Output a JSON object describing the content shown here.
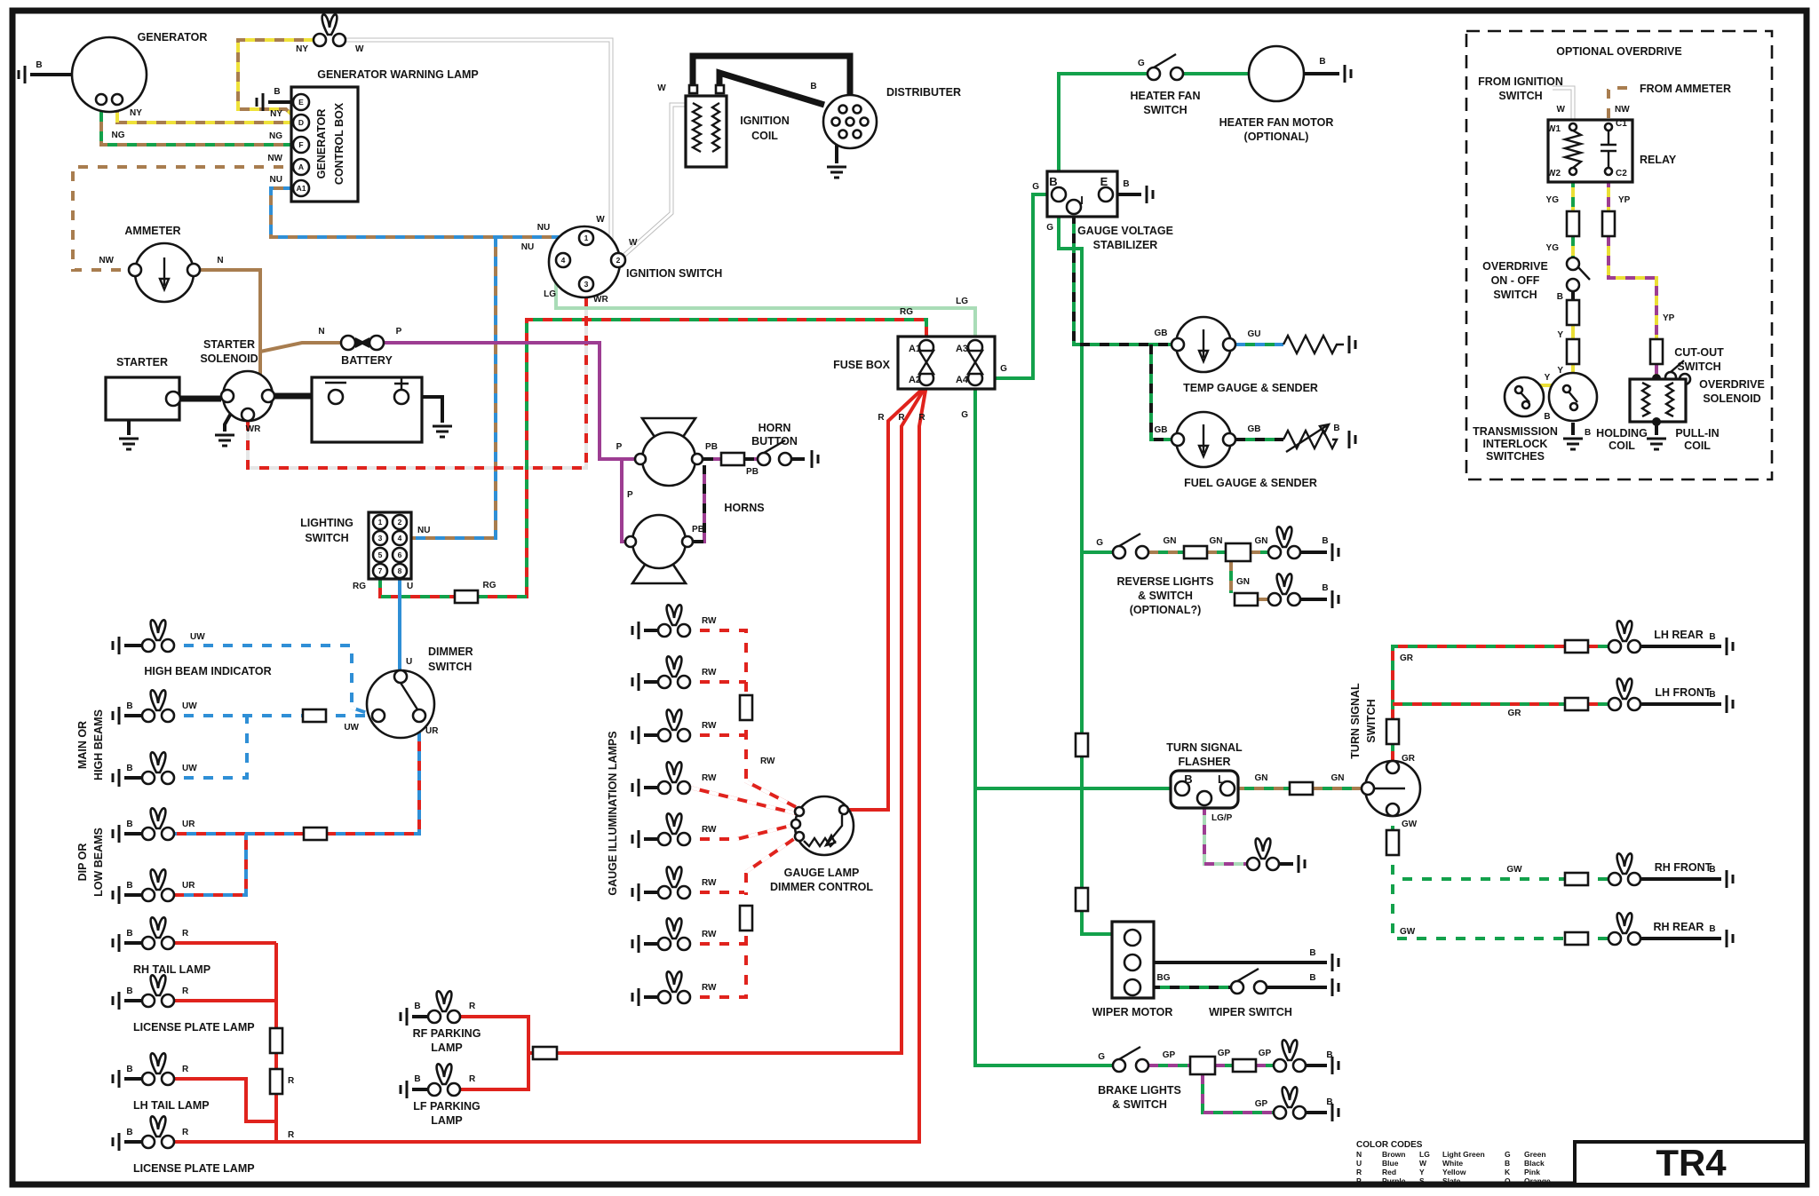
{
  "labels": {
    "generator": "GENERATOR",
    "gen_warning": "GENERATOR WARNING LAMP",
    "gcb1": "GENERATOR",
    "gcb2": "CONTROL BOX",
    "ammeter": "AMMETER",
    "starter": "STARTER",
    "sol1": "STARTER",
    "sol2": "SOLENOID",
    "battery": "BATTERY",
    "ign_switch": "IGNITION SWITCH",
    "coil1": "IGNITION",
    "coil2": "COIL",
    "distributer": "DISTRIBUTER",
    "fuse_box": "FUSE BOX",
    "hb1": "HORN",
    "hb2": "BUTTON",
    "horns": "HORNS",
    "ls1": "LIGHTING",
    "ls2": "SWITCH",
    "ds1": "DIMMER",
    "ds2": "SWITCH",
    "hbi": "HIGH BEAM INDICATOR",
    "mh1": "MAIN OR",
    "mh2": "HIGH BEAMS",
    "dl1": "DIP OR",
    "dl2": "LOW BEAMS",
    "rh_tail": "RH TAIL LAMP",
    "license": "LICENSE PLATE LAMP",
    "lh_tail": "LH TAIL LAMP",
    "rfp": "RF PARKING",
    "lfp": "LF PARKING",
    "lamp": "LAMP",
    "gil": "GAUGE ILLUMINATION LAMPS",
    "gld1": "GAUGE LAMP",
    "gld2": "DIMMER CONTROL",
    "hfs1": "HEATER FAN",
    "hfs2": "SWITCH",
    "hfm1": "HEATER FAN MOTOR",
    "hfm2": "(OPTIONAL)",
    "gvs1": "GAUGE VOLTAGE",
    "gvs2": "STABILIZER",
    "temp": "TEMP GAUGE & SENDER",
    "fuel": "FUEL GAUGE & SENDER",
    "rev1": "REVERSE LIGHTS",
    "rev2": "& SWITCH",
    "rev3": "(OPTIONAL?)",
    "tsf1": "TURN SIGNAL",
    "tsf2": "FLASHER",
    "tss1": "TURN SIGNAL",
    "tss2": "SWITCH",
    "lh_rear": "LH REAR",
    "lh_front": "LH FRONT",
    "rh_front": "RH FRONT",
    "rh_rear": "RH REAR",
    "wmotor": "WIPER MOTOR",
    "wswitch": "WIPER SWITCH",
    "br1": "BRAKE LIGHTS",
    "br2": "& SWITCH",
    "oo": "OPTIONAL OVERDRIVE",
    "fis1": "FROM IGNITION",
    "fis2": "SWITCH",
    "fam": "FROM AMMETER",
    "relay": "RELAY",
    "oos1": "OVERDRIVE",
    "oos2": "ON - OFF",
    "oos3": "SWITCH",
    "cos1": "CUT-OUT",
    "cos2": "SWITCH",
    "ods1": "OVERDRIVE",
    "ods2": "SOLENOID",
    "tis1": "TRANSMISSION",
    "tis2": "INTERLOCK",
    "tis3": "SWITCHES",
    "hc1": "HOLDING",
    "pc1": "PULL-IN",
    "coilw": "COIL",
    "tr4": "TR4"
  },
  "codes": {
    "B": "B",
    "N": "N",
    "U": "U",
    "R": "R",
    "P": "P",
    "W": "W",
    "Y": "Y",
    "G": "G",
    "NY": "NY",
    "NG": "NG",
    "NW": "NW",
    "NU": "NU",
    "WR": "WR",
    "LG": "LG",
    "RG": "RG",
    "UW": "UW",
    "UR": "UR",
    "RW": "RW",
    "PB": "PB",
    "GB": "GB",
    "GU": "GU",
    "GN": "GN",
    "GR": "GR",
    "GW": "GW",
    "GP": "GP",
    "BG": "BG",
    "YG": "YG",
    "YP": "YP",
    "LGP": "LG/P"
  },
  "t": {
    "E": "E",
    "D": "D",
    "F": "F",
    "A": "A",
    "A1": "A1",
    "A2": "A2",
    "A3": "A3",
    "A4": "A4",
    "n1": "1",
    "n2": "2",
    "n3": "3",
    "n4": "4",
    "n5": "5",
    "n6": "6",
    "n7": "7",
    "n8": "8",
    "B": "B",
    "I": "I",
    "L": "L",
    "W1": "W1",
    "W2": "W2",
    "C1": "C1",
    "C2": "C2"
  },
  "legend": {
    "title": "COLOR CODES",
    "entries": [
      {
        "c": "N",
        "n": "Brown"
      },
      {
        "c": "U",
        "n": "Blue"
      },
      {
        "c": "R",
        "n": "Red"
      },
      {
        "c": "P",
        "n": "Purple"
      },
      {
        "c": "LG",
        "n": "Light Green"
      },
      {
        "c": "W",
        "n": "White"
      },
      {
        "c": "Y",
        "n": "Yellow"
      },
      {
        "c": "S",
        "n": "Slate"
      },
      {
        "c": "G",
        "n": "Green"
      },
      {
        "c": "B",
        "n": "Black"
      },
      {
        "c": "K",
        "n": "Pink"
      },
      {
        "c": "O",
        "n": "Orange"
      }
    ]
  }
}
